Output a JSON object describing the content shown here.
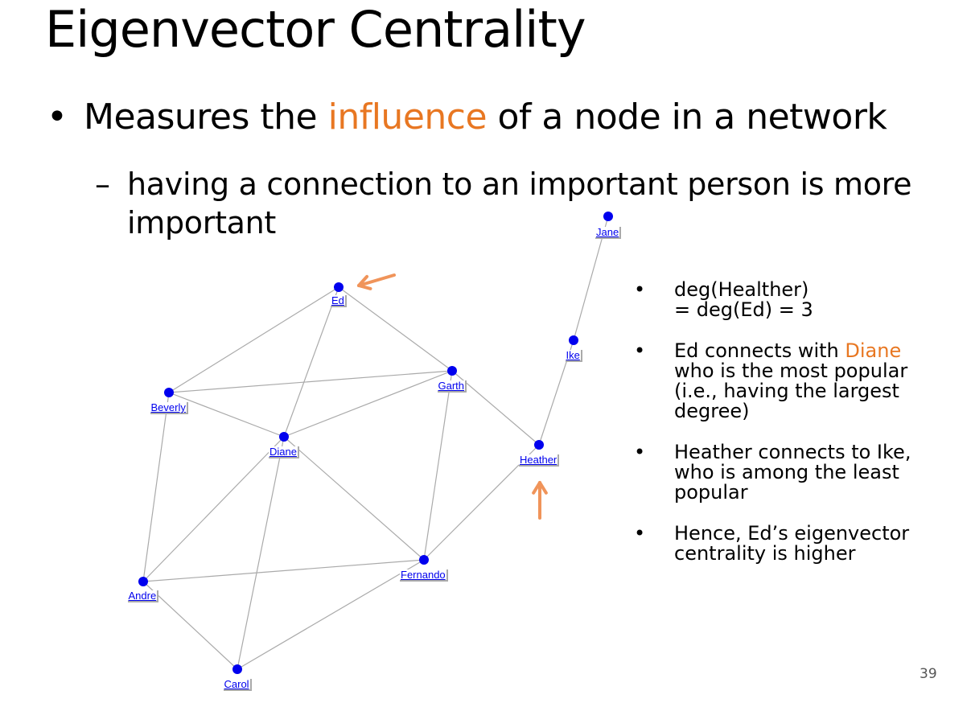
{
  "slide": {
    "title": "Eigenvector Centrality",
    "bullet": {
      "symbol": "•",
      "before": "Measures the ",
      "highlight": "influence",
      "after": " of a node in a network"
    },
    "sub_bullet": {
      "symbol": "–",
      "line1": "having a connection to an important person is more",
      "line2": "important"
    },
    "page_number": "39"
  },
  "colors": {
    "highlight": "#e87722",
    "node": "#0000ee",
    "edge": "#aaaaaa",
    "arrow": "#f0945a"
  },
  "graph": {
    "nodes": [
      {
        "id": "Ed",
        "label": "Ed"
      },
      {
        "id": "Beverly",
        "label": "Beverly"
      },
      {
        "id": "Garth",
        "label": "Garth"
      },
      {
        "id": "Diane",
        "label": "Diane"
      },
      {
        "id": "Heather",
        "label": "Heather"
      },
      {
        "id": "Ike",
        "label": "Ike"
      },
      {
        "id": "Jane",
        "label": "Jane"
      },
      {
        "id": "Andre",
        "label": "Andre"
      },
      {
        "id": "Fernando",
        "label": "Fernando"
      },
      {
        "id": "Carol",
        "label": "Carol"
      }
    ],
    "edges": [
      [
        "Ed",
        "Beverly"
      ],
      [
        "Ed",
        "Garth"
      ],
      [
        "Ed",
        "Diane"
      ],
      [
        "Beverly",
        "Garth"
      ],
      [
        "Beverly",
        "Diane"
      ],
      [
        "Beverly",
        "Andre"
      ],
      [
        "Garth",
        "Diane"
      ],
      [
        "Garth",
        "Heather"
      ],
      [
        "Garth",
        "Fernando"
      ],
      [
        "Diane",
        "Andre"
      ],
      [
        "Diane",
        "Fernando"
      ],
      [
        "Diane",
        "Carol"
      ],
      [
        "Heather",
        "Fernando"
      ],
      [
        "Heather",
        "Ike"
      ],
      [
        "Ike",
        "Jane"
      ],
      [
        "Andre",
        "Fernando"
      ],
      [
        "Andre",
        "Carol"
      ],
      [
        "Fernando",
        "Carol"
      ]
    ],
    "arrows": [
      {
        "target": "Ed",
        "direction": "pointing-left"
      },
      {
        "target": "Heather",
        "direction": "pointing-up"
      }
    ]
  },
  "side_bullets": [
    {
      "symbol": "•",
      "lines": [
        "deg(Healther)",
        "= deg(Ed) = 3"
      ]
    },
    {
      "symbol": "•",
      "parts": [
        {
          "text": "Ed connects with ",
          "highlight": false
        },
        {
          "text": "Diane",
          "highlight": true
        },
        {
          "text": "who is the most popular",
          "highlight": false,
          "newline": true
        },
        {
          "text": "(i.e., having the largest",
          "highlight": false,
          "newline": true
        },
        {
          "text": "degree)",
          "highlight": false,
          "newline": true
        }
      ]
    },
    {
      "symbol": "•",
      "lines": [
        "Heather connects to Ike,",
        "who is among the least",
        "popular"
      ]
    },
    {
      "symbol": "•",
      "lines": [
        "Hence, Ed’s eigenvector",
        "centrality is higher"
      ]
    }
  ]
}
